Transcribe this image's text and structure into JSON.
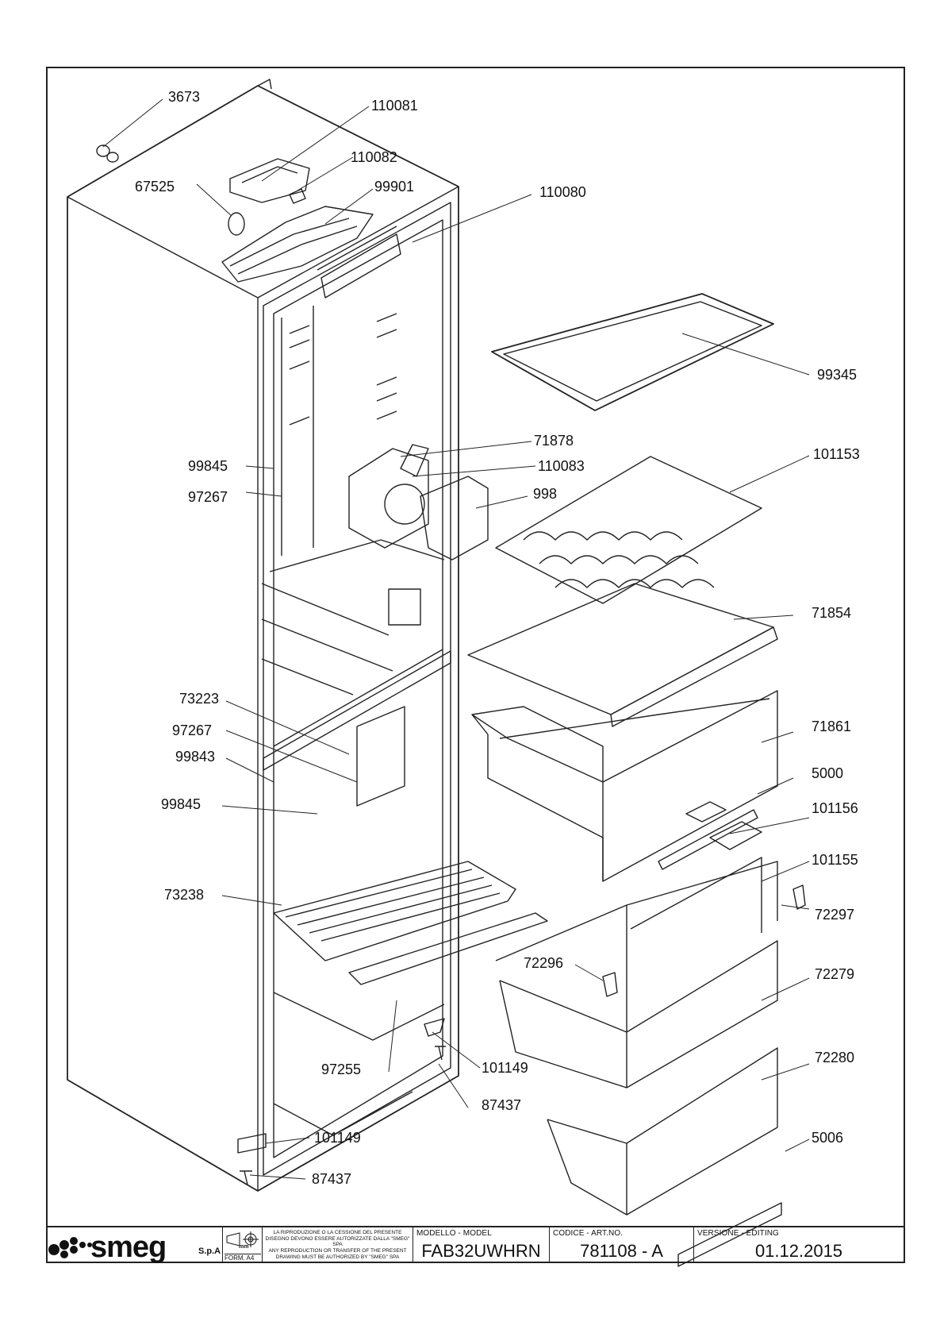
{
  "callouts": [
    {
      "label": "3673"
    },
    {
      "label": "110081"
    },
    {
      "label": "110082"
    },
    {
      "label": "67525"
    },
    {
      "label": "99901"
    },
    {
      "label": "110080"
    },
    {
      "label": "99345"
    },
    {
      "label": "71878"
    },
    {
      "label": "101153"
    },
    {
      "label": "99845"
    },
    {
      "label": "110083"
    },
    {
      "label": "97267"
    },
    {
      "label": "998"
    },
    {
      "label": "71854"
    },
    {
      "label": "73223"
    },
    {
      "label": "71861"
    },
    {
      "label": "97267"
    },
    {
      "label": "99843"
    },
    {
      "label": "5000"
    },
    {
      "label": "101156"
    },
    {
      "label": "99845"
    },
    {
      "label": "101155"
    },
    {
      "label": "73238"
    },
    {
      "label": "72297"
    },
    {
      "label": "72296"
    },
    {
      "label": "72279"
    },
    {
      "label": "97255"
    },
    {
      "label": "101149"
    },
    {
      "label": "72280"
    },
    {
      "label": "87437"
    },
    {
      "label": "5006"
    },
    {
      "label": "101149"
    },
    {
      "label": "87437"
    }
  ],
  "title_block": {
    "brand": "smeg",
    "brand_suffix": "S.p.A",
    "form": "FORM. A4",
    "unit": "mm",
    "notice_it": "LA RIPRODUZIONE O LA CESSIONE DEL PRESENTE DISEGNO DEVONO ESSERE AUTORIZZATE DALLA \"SMEG\" SPA",
    "notice_en": "ANY REPRODUCTION OR TRANSFER OF THE PRESENT DRAWING MUST BE AUTHORIZED BY \"SMEG\" SPA",
    "model_label": "MODELLO - MODEL",
    "model_value": "FAB32UWHRN",
    "code_label": "CODICE - ART.NO.",
    "code_value": "781108 - A",
    "version_label": "VERSIONE - EDITING",
    "version_value": "01.12.2015"
  },
  "colors": {
    "line": "#222222",
    "background": "#ffffff"
  }
}
